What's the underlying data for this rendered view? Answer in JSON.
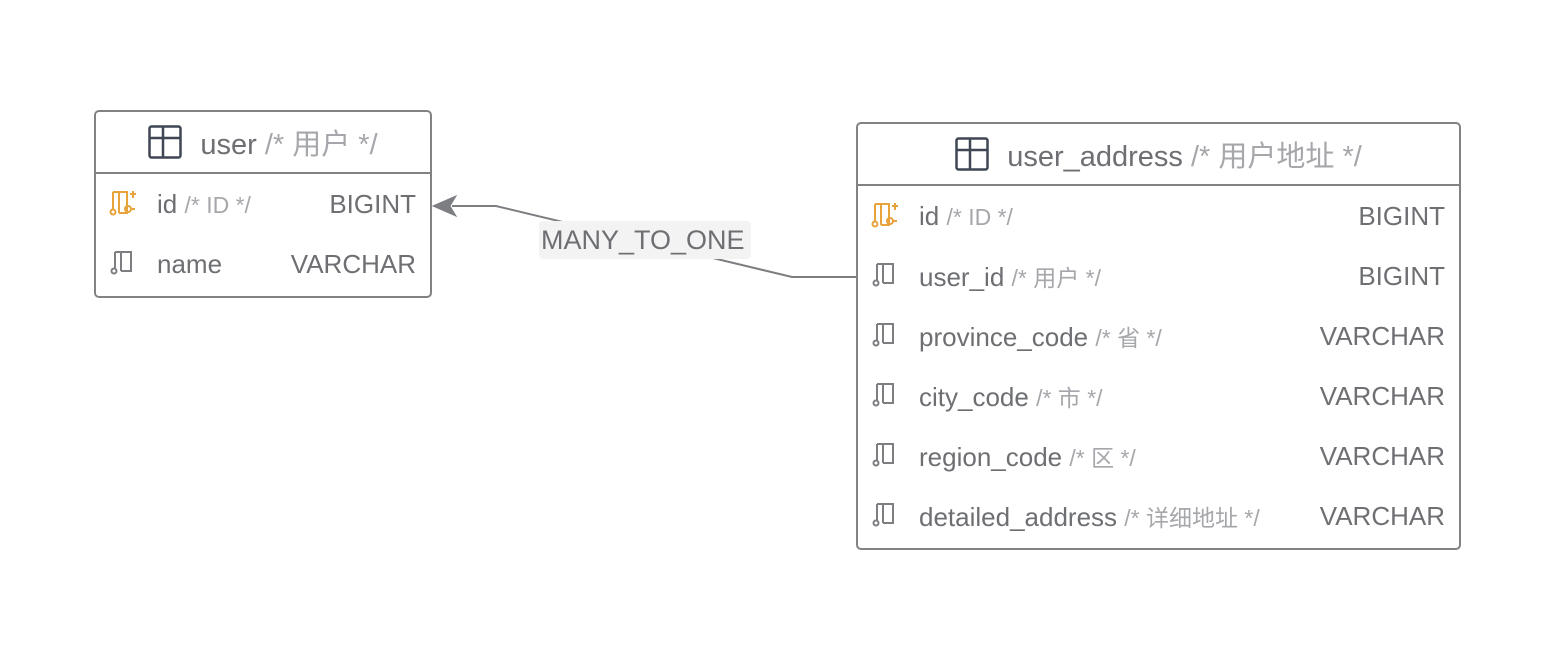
{
  "tables": [
    {
      "name": "user",
      "comment": "/* 用户 */",
      "columns": [
        {
          "name": "id",
          "comment": "/* ID */",
          "type": "BIGINT",
          "key": "primary"
        },
        {
          "name": "name",
          "comment": "",
          "type": "VARCHAR",
          "key": "none"
        }
      ]
    },
    {
      "name": "user_address",
      "comment": "/* 用户地址 */",
      "columns": [
        {
          "name": "id",
          "comment": "/* ID */",
          "type": "BIGINT",
          "key": "primary"
        },
        {
          "name": "user_id",
          "comment": "/* 用户 */",
          "type": "BIGINT",
          "key": "none"
        },
        {
          "name": "province_code",
          "comment": "/* 省 */",
          "type": "VARCHAR",
          "key": "none"
        },
        {
          "name": "city_code",
          "comment": "/* 市 */",
          "type": "VARCHAR",
          "key": "none"
        },
        {
          "name": "region_code",
          "comment": "/* 区 */",
          "type": "VARCHAR",
          "key": "none"
        },
        {
          "name": "detailed_address",
          "comment": "/* 详细地址 */",
          "type": "VARCHAR",
          "key": "none"
        }
      ]
    }
  ],
  "relation": {
    "label": "MANY_TO_ONE",
    "from": "user_address.user_id",
    "to": "user.id"
  },
  "colors": {
    "border": "#828282",
    "text": "#6e6f73",
    "comment": "#a6a7ab",
    "primary_key_icon": "#e8a33d",
    "column_icon": "#7d7e82",
    "table_icon": "#3f4654",
    "label_bg": "#f3f3f3"
  }
}
